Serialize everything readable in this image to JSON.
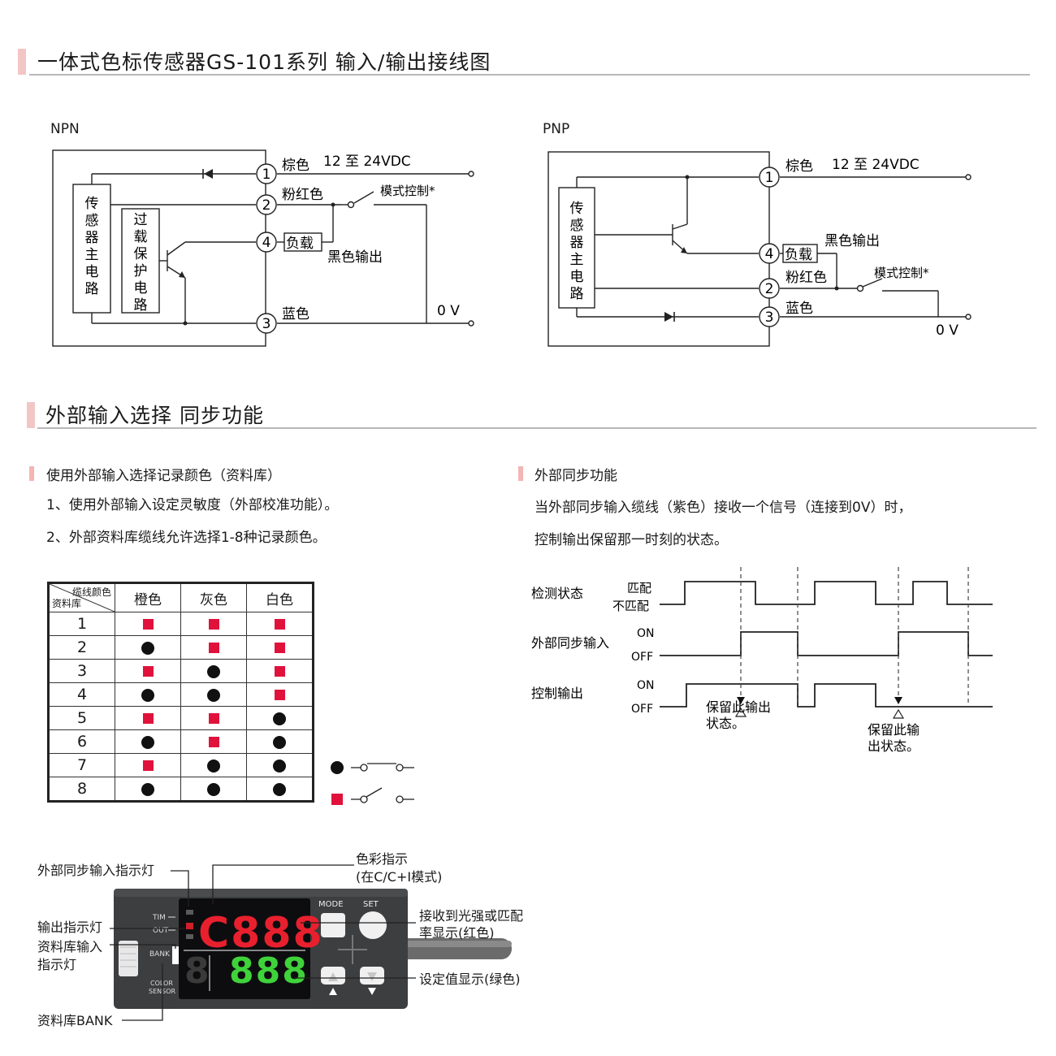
{
  "section1": {
    "title": "一体式色标传感器GS-101系列 输入/输出接线图"
  },
  "npn": {
    "label": "NPN",
    "sensor_box": "传感器主电路",
    "protect_box": "过载保护电路",
    "pins": [
      "1",
      "2",
      "4",
      "3"
    ],
    "brown": "棕色",
    "supply": "12 至 24VDC",
    "pink": "粉红色",
    "mode": "模式控制*",
    "load": "负载",
    "black_out": "黑色输出",
    "blue": "蓝色",
    "zero_v": "0 V"
  },
  "pnp": {
    "label": "PNP",
    "sensor_box": "传感器主电路",
    "pins": [
      "1",
      "4",
      "2",
      "3"
    ],
    "brown": "棕色",
    "supply": "12 至 24VDC",
    "black_out": "黑色输出",
    "load": "负载",
    "pink": "粉红色",
    "mode": "模式控制*",
    "blue": "蓝色",
    "zero_v": "0 V"
  },
  "section2": {
    "title": "外部输入选择 同步功能"
  },
  "bank_select": {
    "heading": "使用外部输入选择记录颜色（资料库）",
    "line1": "1、使用外部输入设定灵敏度（外部校准功能）。",
    "line2": "2、外部资料库缆线允许选择1-8种记录颜色。"
  },
  "bank_table": {
    "corner_top": "缆线颜色",
    "corner_bottom": "资料库",
    "columns": [
      "橙色",
      "灰色",
      "白色"
    ],
    "rows": [
      {
        "bank": "1",
        "cells": [
          "sq",
          "sq",
          "sq"
        ]
      },
      {
        "bank": "2",
        "cells": [
          "dot",
          "sq",
          "sq"
        ]
      },
      {
        "bank": "3",
        "cells": [
          "sq",
          "dot",
          "sq"
        ]
      },
      {
        "bank": "4",
        "cells": [
          "dot",
          "dot",
          "sq"
        ]
      },
      {
        "bank": "5",
        "cells": [
          "sq",
          "sq",
          "dot"
        ]
      },
      {
        "bank": "6",
        "cells": [
          "dot",
          "sq",
          "dot"
        ]
      },
      {
        "bank": "7",
        "cells": [
          "sq",
          "dot",
          "dot"
        ]
      },
      {
        "bank": "8",
        "cells": [
          "dot",
          "dot",
          "dot"
        ]
      }
    ],
    "legend": [
      "switch-closed",
      "switch-open"
    ],
    "marker_color": "#e0123c"
  },
  "sync": {
    "heading": "外部同步功能",
    "line1": "当外部同步输入缆线（紫色）接收一个信号（连接到0V）时，",
    "line2": "控制输出保留那一时刻的状态。",
    "row1_label": "检测状态",
    "row1_hi": "匹配",
    "row1_lo": "不匹配",
    "row2_label": "外部同步输入",
    "row3_label": "控制输出",
    "on": "ON",
    "off": "OFF",
    "hold1": [
      "保留此输出",
      "状态。"
    ],
    "hold2": [
      "保留此输",
      "出状态。"
    ]
  },
  "device": {
    "ext_sync_led": "外部同步输入指示灯",
    "color_ind_1": "色彩指示",
    "color_ind_2": "(在C/C+I模式)",
    "output_led": "输出指示灯",
    "bank_led_1": "资料库输入",
    "bank_led_2": "指示灯",
    "red_disp_1": "接收到光强或匹配",
    "red_disp_2": "率显示(红色)",
    "green_disp": "设定值显示(绿色)",
    "bank_btn": "资料库BANK",
    "tim": "TIM",
    "out": "OUT",
    "bank": "BANK",
    "color_sensor_1": "COLOR",
    "color_sensor_2": "SENSOR",
    "mode": "MODE",
    "set": "SET",
    "red_digits": "C888",
    "green_digits": "888",
    "red_color": "#e8202e",
    "green_color": "#3fd23a"
  }
}
